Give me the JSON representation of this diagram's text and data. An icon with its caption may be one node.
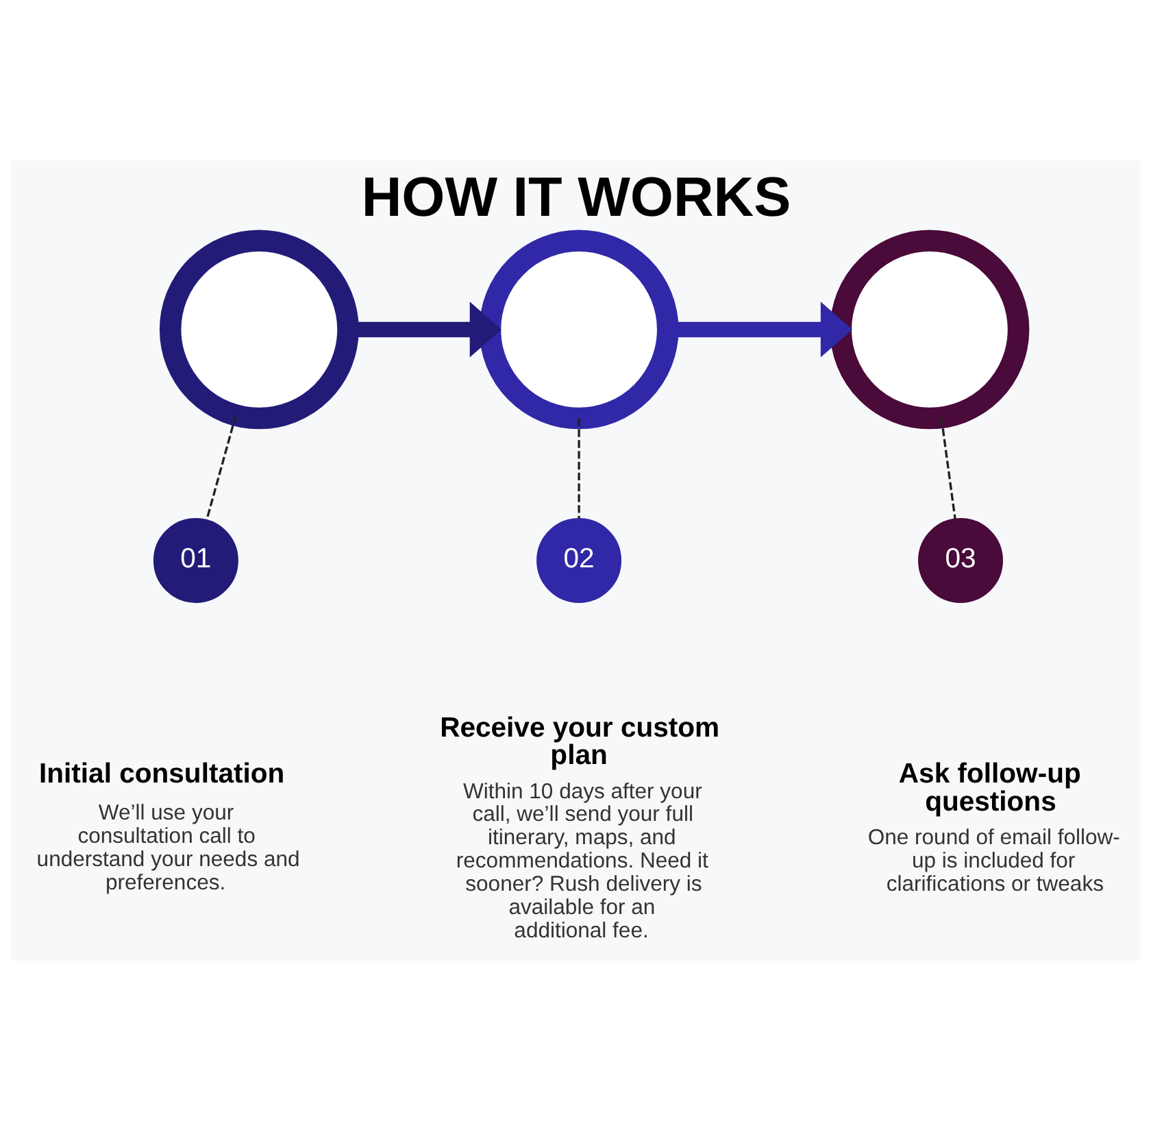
{
  "diagram": {
    "title": "HOW IT WORKS",
    "nodes": [
      {
        "text": [],
        "shape": "circle"
      },
      {
        "text": [
          "01"
        ],
        "beside": [
          "Initial consultation",
          "We’ll use your consultation call to understand your needs and preferences."
        ]
      },
      {
        "text": [],
        "shape": "circle"
      },
      {
        "text": [
          "02"
        ],
        "beside": [
          "Receive your custom plan",
          "Within 10 days after your call, we’ll send your full itinerary, maps, and recommendations. Need it sooner? Rush delivery is available for an additional fee."
        ]
      },
      {
        "text": [],
        "shape": "circle"
      },
      {
        "text": [
          "03"
        ],
        "beside": [
          "Ask follow-up questions",
          "One round of email follow-up is included for clarifications or tweaks"
        ]
      }
    ],
    "edges": [
      {
        "from": 0,
        "to": 2,
        "arrow": "to",
        "style": "thick",
        "color": "#221c78"
      },
      {
        "from": 2,
        "to": 4,
        "arrow": "to",
        "style": "thick",
        "color": "#3128a8"
      },
      {
        "from": 0,
        "to": 1,
        "arrow": "none",
        "style": "dashed"
      },
      {
        "from": 2,
        "to": 3,
        "arrow": "none",
        "style": "dashed"
      },
      {
        "from": 4,
        "to": 5,
        "arrow": "none",
        "style": "dashed"
      }
    ]
  }
}
